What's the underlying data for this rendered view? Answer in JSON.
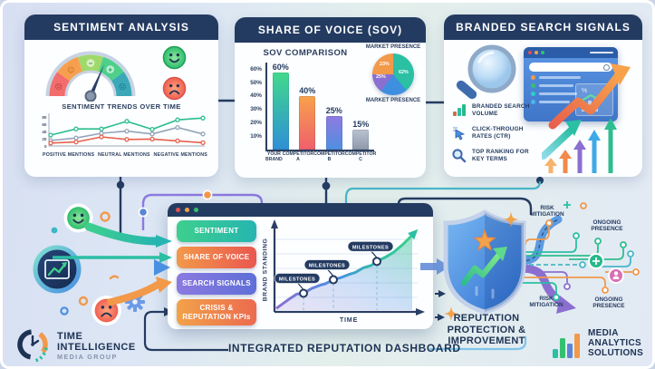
{
  "panels": {
    "sentiment": {
      "title": "SENTIMENT ANALYSIS",
      "trends_title": "SENTIMENT TRENDS OVER TIME"
    },
    "sov": {
      "title": "SHARE OF VOICE (SOV)",
      "chart_title": "SOV COMPARISON",
      "pie_title_top": "MARKET PRESENCE",
      "pie_title_bottom": "MARKET PRESENCE"
    },
    "search": {
      "title": "BRANDED SEARCH SIGNALS",
      "bullets": [
        {
          "icon": "bar-chart-icon",
          "label": "BRANDED SEARCH VOLUME"
        },
        {
          "icon": "cursor-click-icon",
          "label": "CLICK-THROUGH RATES (CTR)"
        },
        {
          "icon": "magnifier-icon",
          "label": "TOP RANKING FOR KEY TERMS"
        }
      ]
    }
  },
  "dashboard": {
    "buttons": [
      "SENTIMENT",
      "SHARE OF VOICE",
      "SEARCH SIGNALS",
      "CRISIS & REPUTATION KPIs"
    ],
    "milestone_label": "MILESTONES",
    "y_axis": "BRAND STANDING",
    "x_axis": "TIME",
    "caption": "INTEGRATED REPUTATION DASHBOARD"
  },
  "right_section": {
    "shield_caption_lines": [
      "REPUTATION",
      "PROTECTION &",
      "IMPROVEMENT"
    ],
    "risk_top": "RISK MITIGATION",
    "ongoing_top": "ONGOING PRESENCE",
    "risk_bottom": "RISK MITIGATION",
    "ongoing_bottom": "ONGOING PRESENCE"
  },
  "logos": {
    "left": {
      "line1": "TIME",
      "line2": "INTELLIGENCE",
      "line3": "MEDIA GROUP"
    },
    "right": {
      "line1": "MEDIA",
      "line2": "ANALYTICS",
      "line3": "SOLUTIONS"
    }
  },
  "colors": {
    "header_navy": "#243b61",
    "text_navy": "#1d3254",
    "green": "#2ebd8e",
    "teal": "#2bbfa4",
    "orange": "#f2994a",
    "red": "#e8604c",
    "purple": "#8b6fd0",
    "blue": "#4a90e2",
    "gray": "#95a3b8",
    "light_blue": "#7fc4e8"
  },
  "chart_data": [
    {
      "id": "sentiment_trends",
      "type": "line",
      "title": "SENTIMENT TRENDS OVER TIME",
      "y_ticks": [
        0,
        20,
        40,
        60,
        80
      ],
      "ylim": [
        0,
        85
      ],
      "x_count": 7,
      "series": [
        {
          "name": "POSITIVE MENTIONS",
          "color": "#2ebd8e",
          "values": [
            30,
            47,
            47,
            68,
            46,
            72,
            77
          ]
        },
        {
          "name": "NEUTRAL MENTIONS",
          "color": "#95a3b8",
          "values": [
            15,
            22,
            35,
            41,
            33,
            51,
            33
          ]
        },
        {
          "name": "NEGATIVE MENTIONS",
          "color": "#e8604c",
          "values": [
            8,
            11,
            25,
            18,
            19,
            14,
            9
          ]
        }
      ]
    },
    {
      "id": "sov_comparison",
      "type": "bar",
      "title": "SOV COMPARISON",
      "categories": [
        "YOUR BRAND",
        "COMPETITOR A",
        "COMPETITOR B",
        "COMPETITOR C"
      ],
      "values": [
        60,
        40,
        25,
        15
      ],
      "value_labels": [
        "60%",
        "40%",
        "25%",
        "15%"
      ],
      "y_ticks": [
        "60%",
        "50%",
        "40%",
        "30%",
        "20%",
        "10%"
      ],
      "ylim": [
        0,
        65
      ]
    },
    {
      "id": "market_presence",
      "type": "pie",
      "title": "MARKET PRESENCE",
      "slices": [
        {
          "label": "62%",
          "color": "#2bbfa4",
          "sweep": 39
        },
        {
          "label": "",
          "color": "#3f8fe0",
          "sweep": 21
        },
        {
          "label": "25%",
          "color": "#8b6fd0",
          "sweep": 15
        },
        {
          "label": "23%",
          "color": "#f2994a",
          "sweep": 25
        }
      ]
    },
    {
      "id": "brand_standing",
      "type": "line",
      "xlabel": "TIME",
      "ylabel": "BRAND STANDING",
      "points_pct": [
        [
          0,
          2
        ],
        [
          8,
          12
        ],
        [
          15,
          20
        ],
        [
          20,
          21
        ],
        [
          26,
          27
        ],
        [
          32,
          31
        ],
        [
          36,
          33
        ],
        [
          42,
          38
        ],
        [
          48,
          41
        ],
        [
          54,
          45
        ],
        [
          58,
          47
        ],
        [
          64,
          53
        ],
        [
          70,
          56
        ],
        [
          74,
          61
        ],
        [
          80,
          66
        ],
        [
          86,
          72
        ],
        [
          93,
          82
        ],
        [
          100,
          94
        ]
      ],
      "milestones": [
        {
          "x": 20,
          "y": 21
        },
        {
          "x": 42,
          "y": 38
        },
        {
          "x": 74,
          "y": 61
        }
      ]
    }
  ]
}
